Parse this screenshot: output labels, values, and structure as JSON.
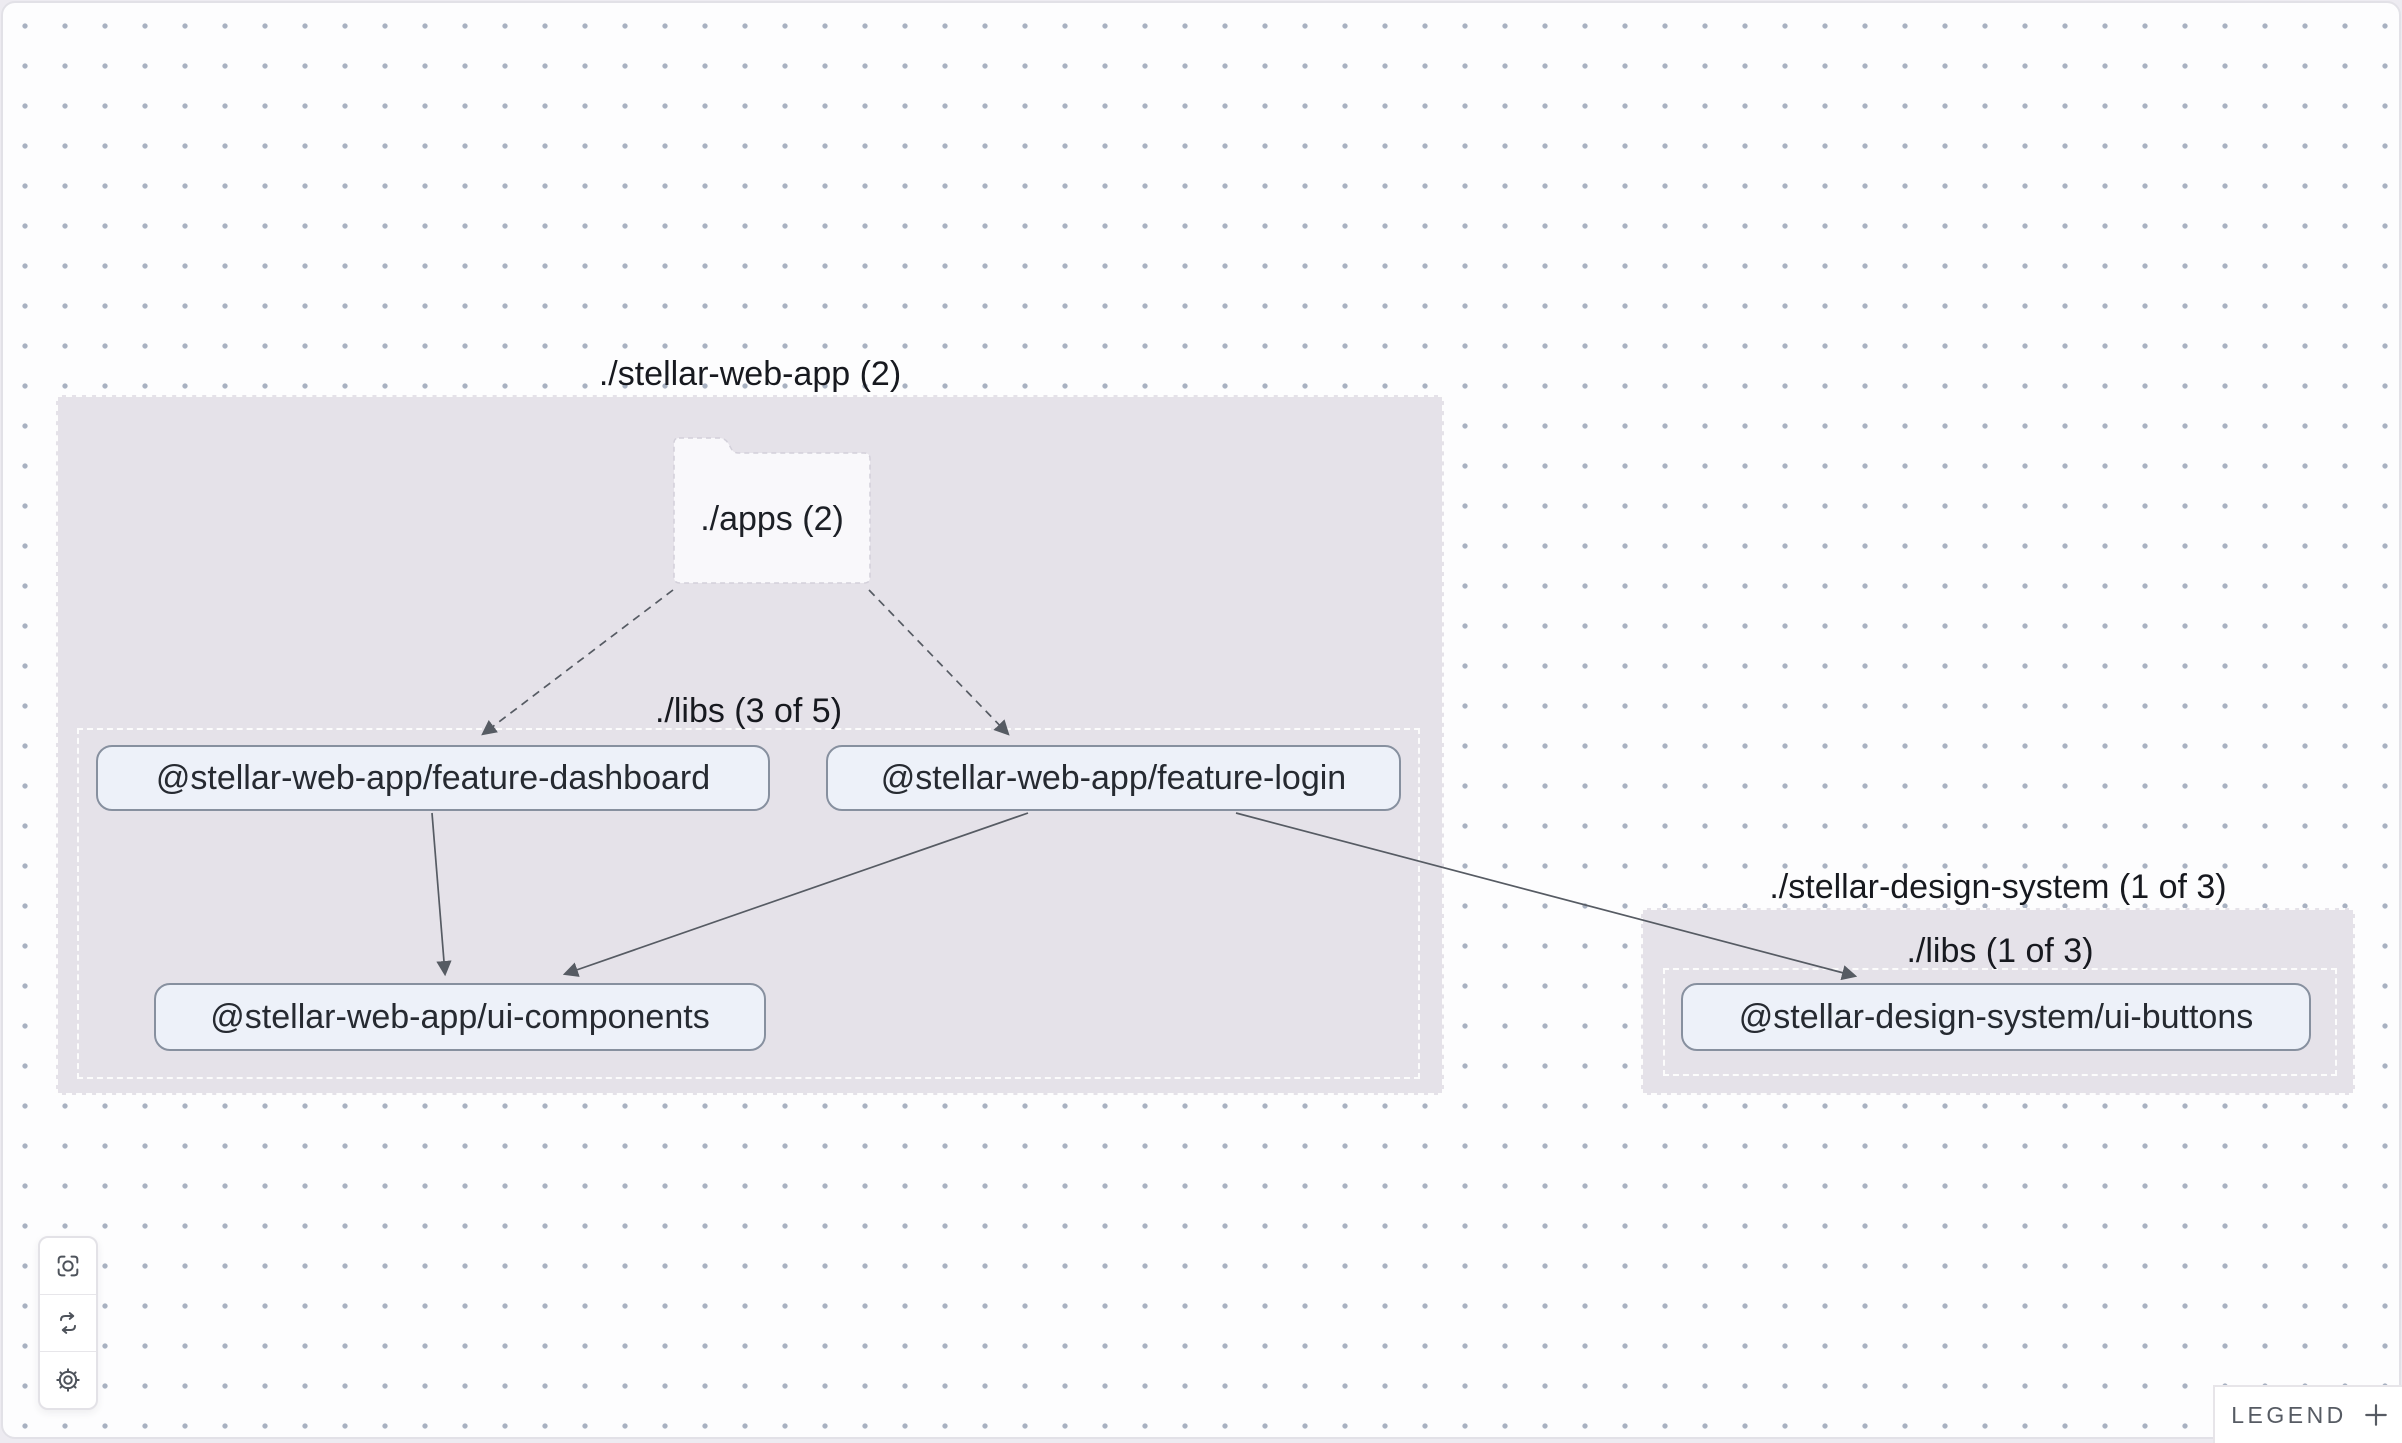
{
  "graph": {
    "groups": [
      {
        "label": "./stellar-web-app (2)",
        "folder": {
          "label": "./apps (2)"
        },
        "subgroup": {
          "label": "./libs (3 of 5)"
        },
        "nodes": [
          {
            "label": "@stellar-web-app/feature-dashboard"
          },
          {
            "label": "@stellar-web-app/feature-login"
          },
          {
            "label": "@stellar-web-app/ui-components"
          }
        ]
      },
      {
        "label": "./stellar-design-system (1 of 3)",
        "subgroup": {
          "label": "./libs (1 of 3)"
        },
        "nodes": [
          {
            "label": "@stellar-design-system/ui-buttons"
          }
        ]
      }
    ],
    "edges": [
      {
        "from": "./apps (2)",
        "to": "@stellar-web-app/feature-dashboard",
        "style": "dashed"
      },
      {
        "from": "./apps (2)",
        "to": "@stellar-web-app/feature-login",
        "style": "dashed"
      },
      {
        "from": "@stellar-web-app/feature-dashboard",
        "to": "@stellar-web-app/ui-components",
        "style": "solid"
      },
      {
        "from": "@stellar-web-app/feature-login",
        "to": "@stellar-web-app/ui-components",
        "style": "solid"
      },
      {
        "from": "@stellar-web-app/feature-login",
        "to": "@stellar-design-system/ui-buttons",
        "style": "solid"
      }
    ]
  },
  "toolbar": {
    "buttons": [
      {
        "icon": "focus-icon"
      },
      {
        "icon": "refresh-icon"
      },
      {
        "icon": "gear-icon"
      }
    ]
  },
  "legend": {
    "label": "LEGEND",
    "expand_icon": "plus-icon"
  },
  "colors": {
    "group_fill": "#e5e2e9",
    "node_fill": "#edf1f9",
    "node_border": "#87909f",
    "edge": "#565b63",
    "dot_grid": "#8c98ac",
    "canvas_bg": "#fdfdfe"
  }
}
